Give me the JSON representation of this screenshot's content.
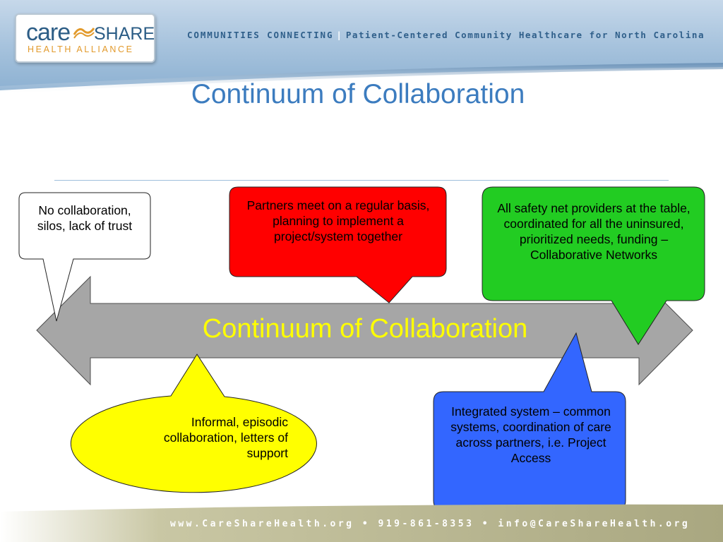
{
  "header": {
    "logo_care": "care",
    "logo_share": "SHARE",
    "logo_sub": "HEALTH ALLIANCE",
    "tagline_a": "COMMUNITIES CONNECTING",
    "tagline_sep": "|",
    "tagline_b": "Patient-Centered Community Healthcare for North Carolina"
  },
  "slide": {
    "title": "Continuum of Collaboration"
  },
  "diagram": {
    "arrow_label": "Continuum of Collaboration",
    "callouts": [
      {
        "id": "no-collaboration",
        "text": "No collaboration, silos, lack of trust",
        "fill": "#ffffff"
      },
      {
        "id": "partners-meet",
        "text": "Partners meet on a regular basis, planning to implement a project/system together",
        "fill": "#ff0000"
      },
      {
        "id": "safety-net",
        "text": "All safety net providers at the table, coordinated for all the uninsured, prioritized needs, funding – Collaborative Networks",
        "fill": "#22cc22"
      },
      {
        "id": "informal",
        "text": "Informal, episodic collaboration, letters of support",
        "fill": "#ffff00"
      },
      {
        "id": "integrated",
        "text": "Integrated system – common  systems, coordination of care across partners, i.e. Project Access",
        "fill": "#3366ff"
      }
    ]
  },
  "footer": {
    "text": "www.CareShareHealth.org  •  919-861-8353  •  info@CareShareHealth.org"
  },
  "colors": {
    "title": "#3c7cbf",
    "arrow_fill": "#a6a6a6",
    "arrow_label": "#ffff00",
    "header_band": "#7fa5c8",
    "logo_accent": "#e29a2c"
  }
}
